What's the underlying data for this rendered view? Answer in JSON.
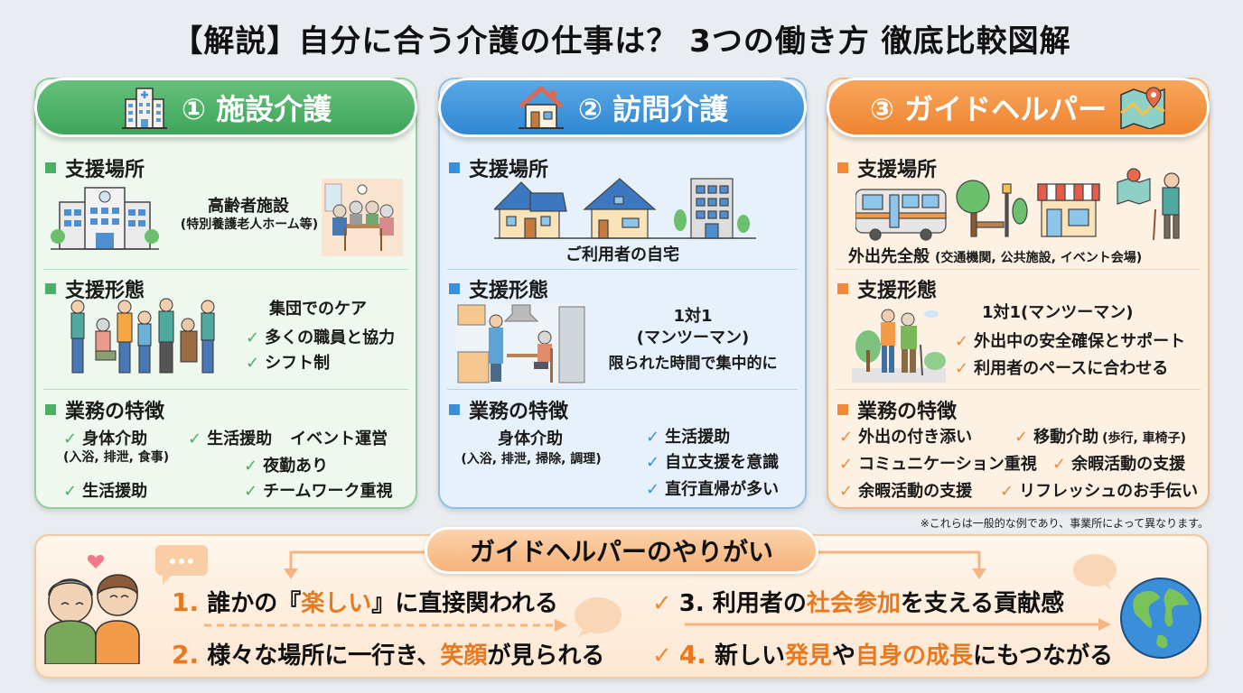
{
  "title": "【解説】自分に合う介護の仕事は？ 3つの働き方 徹底比較図解",
  "colors": {
    "green": "#4caf68",
    "blue": "#3b8fd8",
    "orange": "#f08a3a",
    "highlight": "#e8791f"
  },
  "cards": [
    {
      "id": "facility",
      "header": "① 施設介護",
      "icon": "hospital-building-icon",
      "place": {
        "heading": "支援場所",
        "main": "高齢者施設",
        "sub": "(特別養護老人ホーム等)"
      },
      "form": {
        "heading": "支援形態",
        "main": "集団でのケア",
        "checks": [
          "多くの職員と協力",
          "シフト制"
        ]
      },
      "features": {
        "heading": "業務の特徴",
        "item1": "身体介助",
        "item1_sub": "(入浴, 排泄, 食事)",
        "item2": "生活援助",
        "item2_extra": "イベント運営",
        "item3": "夜勤あり",
        "item4": "生活援助",
        "item5": "チームワーク重視"
      }
    },
    {
      "id": "home-visit",
      "header": "② 訪問介護",
      "icon": "house-icon",
      "place": {
        "heading": "支援場所",
        "main": "ご利用者の自宅"
      },
      "form": {
        "heading": "支援形態",
        "line1": "1対1",
        "line2": "(マンツーマン)",
        "line3": "限られた時間で集中的に"
      },
      "features": {
        "heading": "業務の特徴",
        "main": "身体介助",
        "main_sub": "(入浴, 排泄, 掃除, 調理)",
        "checks": [
          "生活援助",
          "自立支援を意識",
          "直行直帰が多い"
        ]
      }
    },
    {
      "id": "guide-helper",
      "header": "③ ガイドヘルパー",
      "icon": "map-pin-icon",
      "place": {
        "heading": "支援場所",
        "main": "外出先全般",
        "sub": "(交通機関, 公共施設, イベント会場)"
      },
      "form": {
        "heading": "支援形態",
        "main": "1対1(マンツーマン)",
        "checks": [
          "外出中の安全確保とサポート",
          "利用者のペースに合わせる"
        ]
      },
      "features": {
        "heading": "業務の特徴",
        "checks": [
          "外出の付き添い",
          "移動介助",
          "コミュニケーション重視",
          "余暇活動の支援",
          "余暇活動の支援",
          "リフレッシュのお手伝い"
        ],
        "check2_sub": "(歩行, 車椅子)"
      }
    }
  ],
  "note": "※これらは一般的な例であり、事業所によって異なります。",
  "bottom": {
    "title": "ガイドヘルパーのやりがい",
    "merits": [
      {
        "num": "1.",
        "pre": "誰かの『",
        "hl": "楽しい",
        "post": "』に直接関われる"
      },
      {
        "num": "2.",
        "pre": "様々な場所に一行き、",
        "hl": "笑顔",
        "post": "が見られる"
      },
      {
        "num": "3.",
        "pre": "利用者の",
        "hl": "社会参加",
        "post": "を支える貢献感"
      },
      {
        "num": "4.",
        "pre": "新しい",
        "hl": "発見",
        "mid": "や",
        "hl2": "自身の成長",
        "post": "にもつながる"
      }
    ]
  }
}
